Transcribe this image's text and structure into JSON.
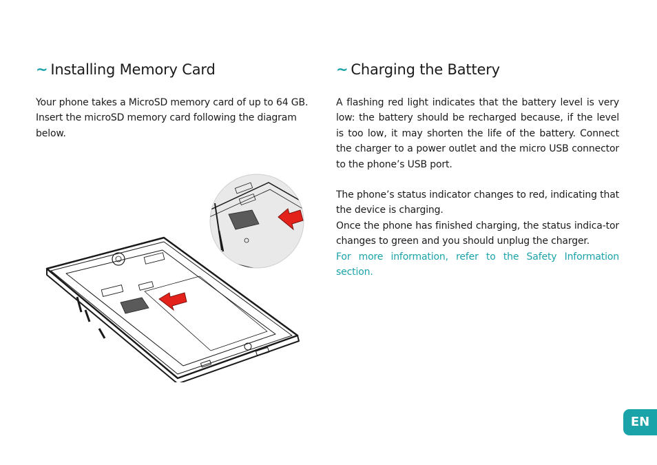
{
  "left_section": {
    "tilde": "~",
    "title": "Installing Memory Card",
    "paragraph": "Your phone takes a MicroSD memory card of up to 64 GB. Insert the microSD memory card following the diagram below."
  },
  "right_section": {
    "tilde": "~",
    "title": "Charging the Battery",
    "paragraph_1": "A flashing red light indicates that the battery level is very low: the battery should be recharged because, if the level is too low, it may shorten the life of the battery. Connect the charger to a power outlet and the micro USB connector to the phone’s USB port.",
    "paragraph_2": "The phone’s status indicator changes to red, indicating that the device is charging.",
    "paragraph_3": "Once the phone has finished charging, the status indica-tor changes to green and you should unplug the charger.",
    "link": "For more information, refer to the Safety Information section."
  },
  "badge": {
    "language": "EN"
  },
  "colors": {
    "accent": "#1aa3a8",
    "arrow": "#e3221b"
  }
}
